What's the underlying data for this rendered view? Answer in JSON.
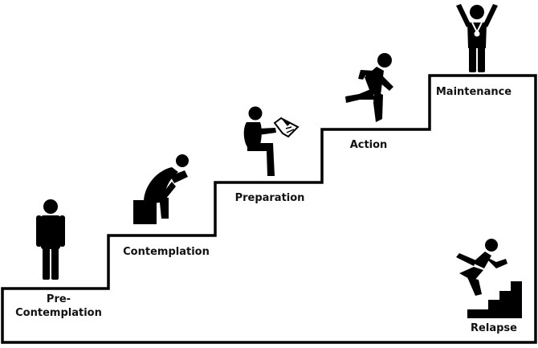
{
  "stages": [
    {
      "id": "pre-contemplation",
      "label_line1": "Pre-",
      "label_line2": "Contemplation",
      "icon": "standing-person-icon"
    },
    {
      "id": "contemplation",
      "label": "Contemplation",
      "icon": "thinking-person-icon"
    },
    {
      "id": "preparation",
      "label": "Preparation",
      "icon": "reading-person-icon"
    },
    {
      "id": "action",
      "label": "Action",
      "icon": "running-person-icon"
    },
    {
      "id": "maintenance",
      "label": "Maintenance",
      "icon": "celebrating-person-icon"
    }
  ],
  "relapse": {
    "label": "Relapse",
    "icon": "falling-down-stairs-icon"
  },
  "colors": {
    "ink": "#000000",
    "background": "#ffffff"
  }
}
